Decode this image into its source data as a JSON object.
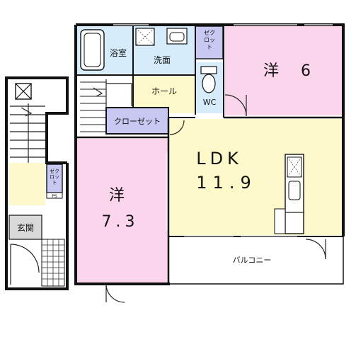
{
  "rooms": {
    "bath": "浴室",
    "washroom": "洗面",
    "closet_top": "ゼクロット",
    "western_6_label": "洋",
    "western_6_size": "6",
    "hall": "ホール",
    "wc": "WC",
    "closet": "クローゼット",
    "ldk_label": "LDK",
    "ldk_size": "11.9",
    "western_73_label": "洋",
    "western_73_size": "7.3",
    "balcony": "バルコニー",
    "entrance": "玄関",
    "closet_left": "ゼクロット",
    "ps": "PS"
  },
  "colors": {
    "pink": "#fbd5ec",
    "yellow": "#fdf9cb",
    "blue": "#d6ecfa",
    "purple_closet": "#c9c8f2",
    "gray": "#d9d9d9",
    "white": "#ffffff",
    "wall": "#111111"
  }
}
